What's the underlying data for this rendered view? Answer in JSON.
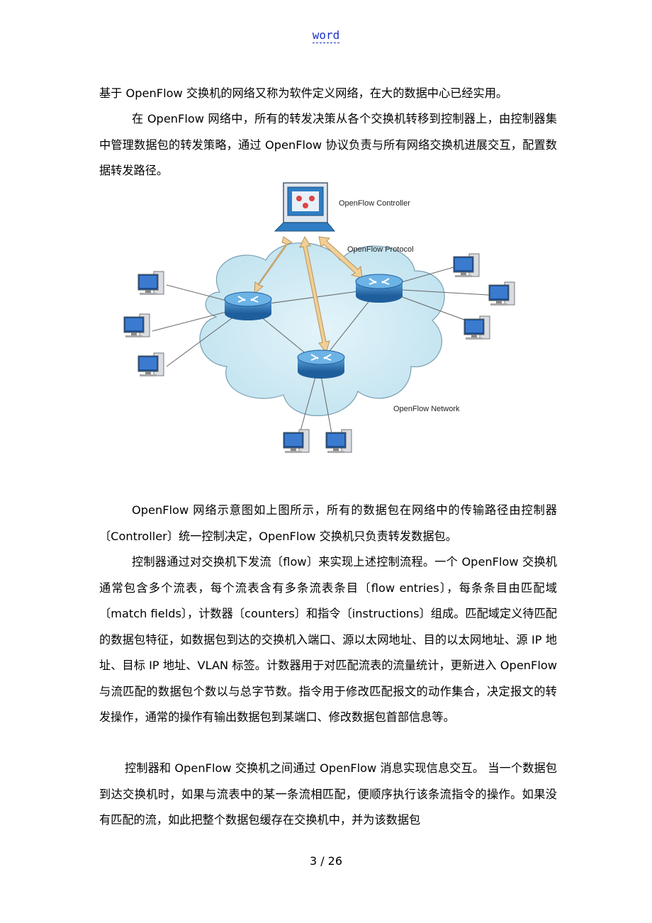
{
  "header": {
    "link_text": "word"
  },
  "paragraphs": [
    "基于 OpenFlow 交换机的网络又称为软件定义网络，在大的数据中心已经实用。",
    "在 OpenFlow 网络中，所有的转发决策从各个交换机转移到控制器上，由控制器集中管理数据包的转发策略，通过 OpenFlow 协议负责与所有网络交换机进展交互，配置数据转发路径。",
    "OpenFlow 网络示意图如上图所示，所有的数据包在网络中的传输路径由控制器〔Controller〕统一控制决定，OpenFlow 交换机只负责转发数据包。",
    "控制器通过对交换机下发流〔flow〕来实现上述控制流程。一个 OpenFlow 交换机通常包含多个流表，每个流表含有多条流表条目〔flow entries〕，每条条目由匹配域〔match fields〕，计数器〔counters〕和指令〔instructions〕组成。匹配域定义待匹配的数据包特征，如数据包到达的交换机入端口、源以太网地址、目的以太网地址、源 IP 地址、目标 IP 地址、VLAN 标签。计数器用于对匹配流表的流量统计，更新进入 OpenFlow 与流匹配的数据包个数以与总字节数。指令用于修改匹配报文的动作集合，决定报文的转发操作，通常的操作有输出数据包到某端口、修改数据包首部信息等。",
    "控制器和 OpenFlow 交换机之间通过 OpenFlow 消息实现信息交互。 当一个数据包到达交换机时，如果与流表中的某一条流相匹配，便顺序执行该条流指令的操作。如果没有匹配的流，如此把整个数据包缓存在交换机中，并为该数据包"
  ],
  "figure": {
    "controller_label": "OpenFlow Controller",
    "protocol_label": "OpenFlow Protocol",
    "network_label": "OpenFlow Network"
  },
  "footer": {
    "page_number": "3 / 26"
  },
  "colors": {
    "link": "#1a33c8",
    "cloud": "#cde9f3",
    "arrow": "#f1cf95",
    "router": "#2a6fb0"
  }
}
